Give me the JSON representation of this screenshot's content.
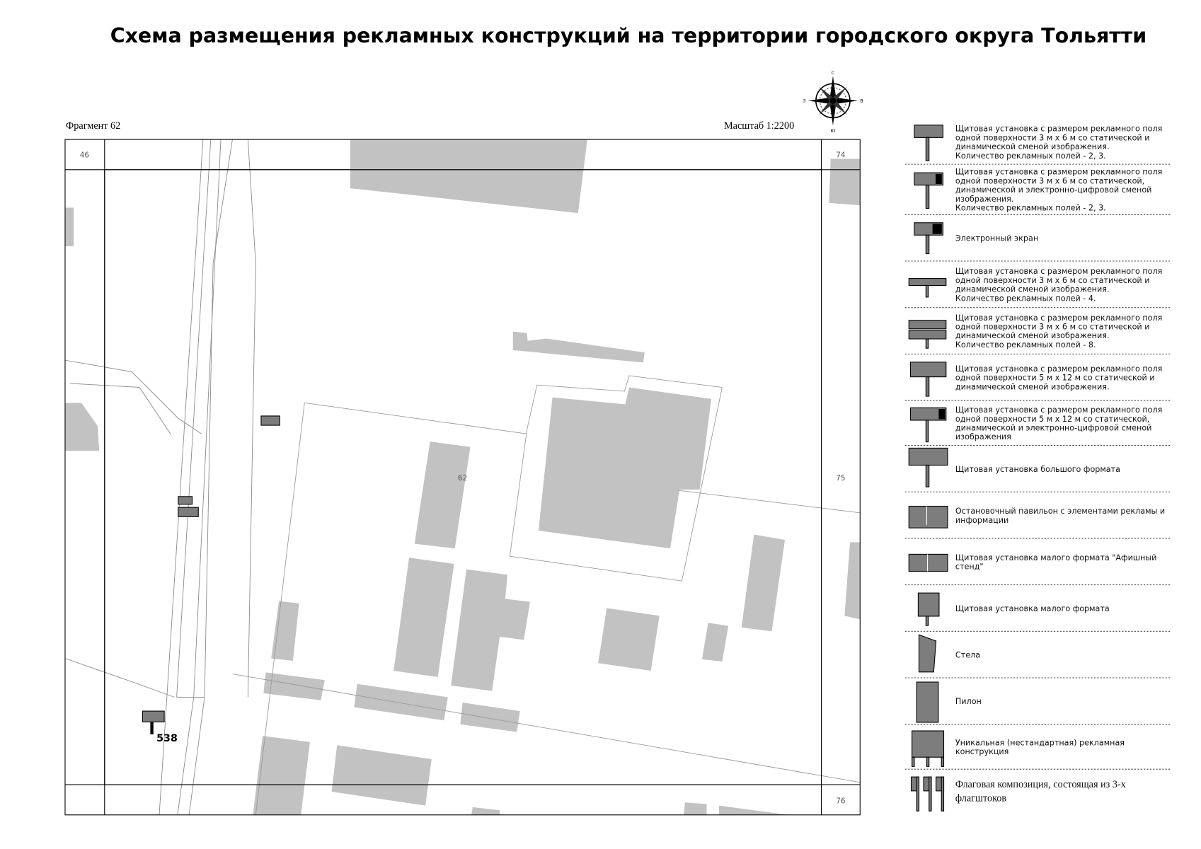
{
  "title": "Схема размещения рекламных конструкций на территории городского округа Тольятти",
  "fragment_label": "Фрагмент 62",
  "scale_label": "Масштаб 1:2200",
  "compass": {
    "icon": "compass-rose-icon",
    "north": "С",
    "south": "Ю",
    "west": "З",
    "east": "В"
  },
  "map": {
    "adjacent_cells": [
      "46",
      "74",
      "75",
      "76"
    ],
    "current_cell": "62",
    "construction_number": "538",
    "colors": {
      "building": "#c2c2c2",
      "construction": "#7d7d7d"
    }
  },
  "legend": [
    {
      "icon": "billboard-3x6-icon",
      "lines": [
        "Щитовая установка с размером рекламного поля",
        "одной поверхности 3 м х 6 м со статической и",
        "динамической сменой изображения.",
        "Количество рекламных полей - 2, 3."
      ]
    },
    {
      "icon": "billboard-3x6-digital-icon",
      "lines": [
        "Щитовая установка с размером рекламного поля",
        "одной поверхности 3 м х 6 м со статической,",
        "динамической и электронно-цифровой сменой",
        "изображения.",
        "Количество рекламных полей - 2, 3."
      ]
    },
    {
      "icon": "electronic-screen-icon",
      "lines": [
        "Электронный экран"
      ]
    },
    {
      "icon": "billboard-4-fields-icon",
      "lines": [
        "Щитовая установка с размером рекламного поля",
        "одной поверхности 3 м х 6 м со статической и",
        "динамической сменой изображения.",
        "Количество рекламных полей - 4."
      ]
    },
    {
      "icon": "billboard-8-fields-icon",
      "lines": [
        "Щитовая установка с размером рекламного поля",
        "одной поверхности 3 м х 6 м со статической и",
        "динамической сменой изображения.",
        "Количество рекламных полей - 8."
      ]
    },
    {
      "icon": "billboard-5x12-icon",
      "lines": [
        "Щитовая установка с размером рекламного поля",
        "одной поверхности 5 м х 12 м со статической и",
        "динамической сменой изображения."
      ]
    },
    {
      "icon": "billboard-5x12-digital-icon",
      "lines": [
        "Щитовая установка с размером рекламного поля",
        "одной поверхности 5 м х 12 м со статической,",
        "динамической и электронно-цифровой сменой",
        "изображения"
      ]
    },
    {
      "icon": "large-format-billboard-icon",
      "lines": [
        "Щитовая установка большого формата"
      ]
    },
    {
      "icon": "bus-stop-pavilion-icon",
      "lines": [
        "Остановочный павильон с элементами рекламы и",
        "информации"
      ]
    },
    {
      "icon": "poster-stand-icon",
      "lines": [
        "Щитовая установка малого формата \"Афишный",
        "стенд\""
      ]
    },
    {
      "icon": "small-format-billboard-icon",
      "lines": [
        "Щитовая установка малого формата"
      ]
    },
    {
      "icon": "stele-icon",
      "lines": [
        "Стела"
      ]
    },
    {
      "icon": "pylon-icon",
      "lines": [
        "Пилон"
      ]
    },
    {
      "icon": "unique-construction-icon",
      "lines": [
        "Уникальная (нестандартная) рекламная",
        "конструкция"
      ]
    },
    {
      "icon": "flag-composition-icon",
      "lines": [
        "Флаговая композиция, состоящая из 3-х",
        "флагштоков"
      ]
    }
  ]
}
